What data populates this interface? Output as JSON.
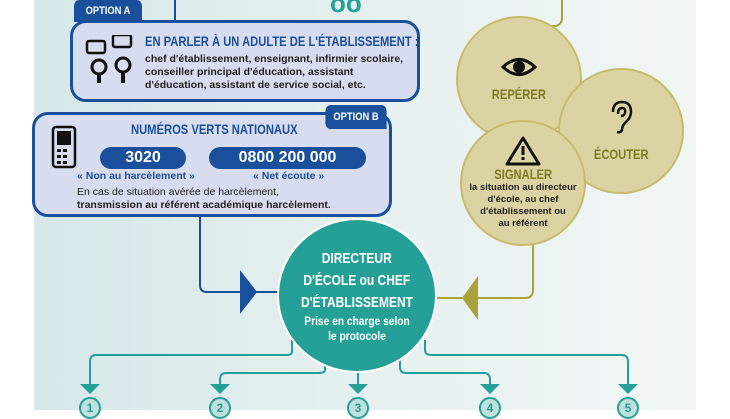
{
  "option_a": {
    "tab": "OPTION A",
    "title": "EN PARLER À UN ADULTE DE L'ÉTABLISSEMENT :",
    "lines": [
      "chef d'établissement, enseignant, infirmier scolaire,",
      "conseiller principal d'éducation, assistant",
      "d'éducation, assistant de service social, etc."
    ]
  },
  "option_b": {
    "tab": "OPTION B",
    "title": "NUMÉROS VERTS NATIONAUX",
    "numbers": [
      {
        "number": "3020",
        "label": "« Non au harcèlement »"
      },
      {
        "number": "0800 200 000",
        "label": "« Net écoute »"
      }
    ],
    "note_1": "En cas de situation avérée de harcèlement,",
    "note_2": "transmission au référent académique harcèlement."
  },
  "steps": {
    "reperer": "REPÉRER",
    "ecouter": "ÉCOUTER",
    "signaler": "SIGNALER",
    "signaler_text": [
      "la situation au directeur",
      "d'école, au chef",
      "d'établissement ou",
      "au référent"
    ]
  },
  "director": {
    "lines": [
      "DIRECTEUR",
      "D'ÉCOLE ou CHEF",
      "D'ÉTABLISSEMENT"
    ],
    "sub": [
      "Prise en charge selon",
      "le protocole"
    ]
  },
  "outcomes": [
    "1",
    "2",
    "3",
    "4",
    "5"
  ],
  "colors": {
    "blue": "#1a4f9c",
    "teal": "#24a096",
    "olive": "#aaa23a",
    "beige": "#dcd3a2"
  }
}
